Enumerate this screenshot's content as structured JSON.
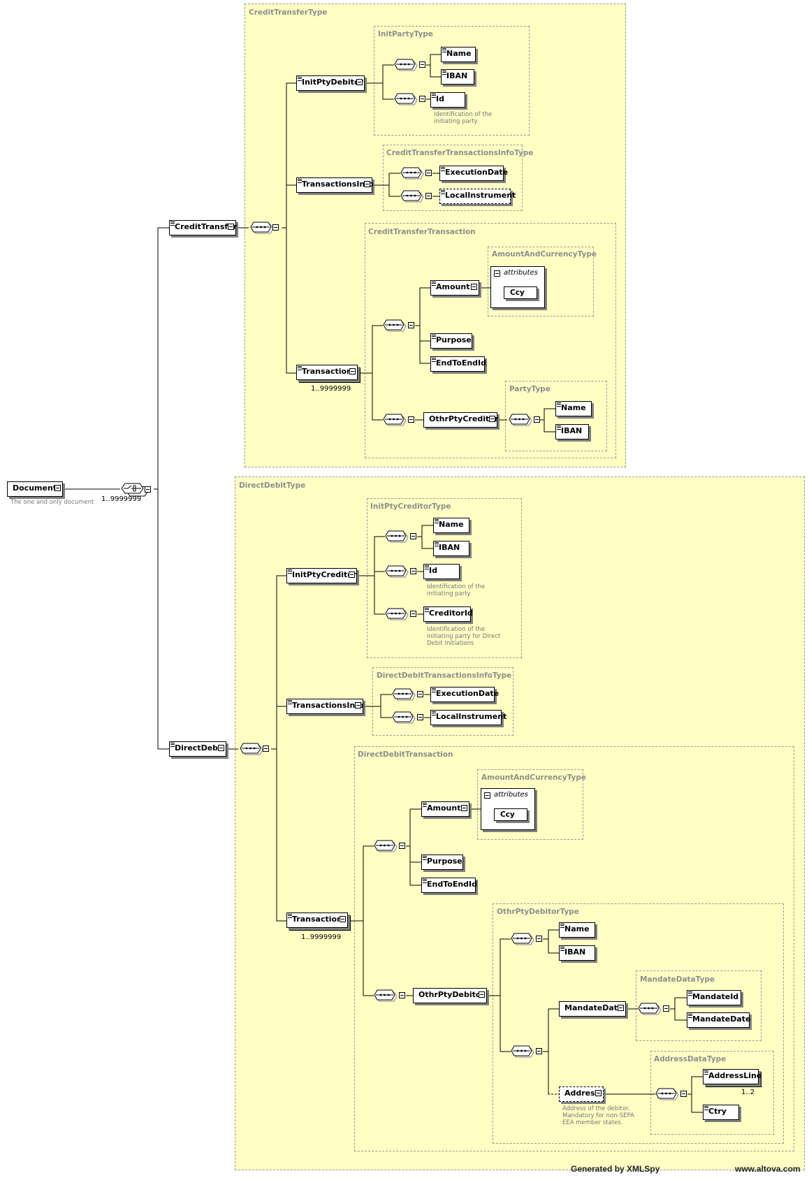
{
  "root": {
    "name": "Document",
    "annotation": "The one and only document",
    "choice_cardinality": "1..9999999"
  },
  "credit_transfer": {
    "name": "CreditTransfer",
    "type": "CreditTransferType",
    "init_party": {
      "name": "InitPtyDebitor",
      "type": "InitPartyType",
      "children": [
        "Name",
        "IBAN",
        "Id"
      ],
      "id_annotation": "Identification of the initiating party"
    },
    "transactions_info": {
      "name": "TransactionsInfo",
      "type": "CreditTransferTransactionsInfoType",
      "children": [
        "ExecutionDate",
        "LocalInstrument"
      ]
    },
    "transaction": {
      "name": "Transaction",
      "type": "CreditTransferTransaction",
      "cardinality": "1..9999999",
      "amount": {
        "name": "Amount",
        "type": "AmountAndCurrencyType",
        "attributes_label": "attributes",
        "attribute": "Ccy"
      },
      "purpose": "Purpose",
      "end_to_end": "EndToEndId",
      "other_party": {
        "name": "OthrPtyCreditor",
        "type": "PartyType",
        "children": [
          "Name",
          "IBAN"
        ]
      }
    }
  },
  "direct_debit": {
    "name": "DirectDebit",
    "type": "DirectDebitType",
    "init_party": {
      "name": "InitPtyCreditor",
      "type": "InitPtyCreditorType",
      "children": [
        "Name",
        "IBAN",
        "Id",
        "CreditorId"
      ],
      "id_annotation": "Identification of the initiating party",
      "creditor_id_annotation": "Identification of the initiating party for Direct Debit Initiations"
    },
    "transactions_info": {
      "name": "TransactionsInfo",
      "type": "DirectDebitTransactionsInfoType",
      "children": [
        "ExecutionDate",
        "LocalInstrument"
      ]
    },
    "transaction": {
      "name": "Transaction",
      "type": "DirectDebitTransaction",
      "cardinality": "1..9999999",
      "amount": {
        "name": "Amount",
        "type": "AmountAndCurrencyType",
        "attributes_label": "attributes",
        "attribute": "Ccy"
      },
      "purpose": "Purpose",
      "end_to_end": "EndToEndId",
      "other_party": {
        "name": "OthrPtyDebitor",
        "type": "OthrPtyDebitorType",
        "children": [
          "Name",
          "IBAN"
        ],
        "mandate": {
          "name": "MandateData",
          "type": "MandateDataType",
          "children": [
            "MandateId",
            "MandateDate"
          ]
        },
        "address": {
          "name": "Address",
          "type": "AddressDataType",
          "annotation": "Address of the debitor. Mandatory for non-SEPA EEA member states.",
          "children": [
            "AddressLine",
            "Ctry"
          ],
          "address_line_cardinality": "1..2"
        }
      }
    }
  },
  "footer": {
    "generated_by": "Generated by XMLSpy",
    "site": "www.altova.com"
  }
}
